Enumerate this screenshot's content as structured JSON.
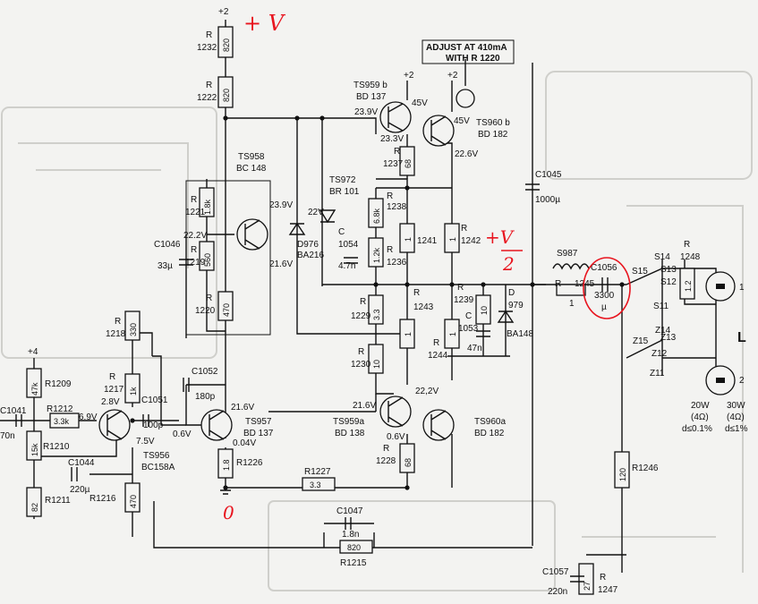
{
  "annotations": {
    "plus_v_top": "+ V",
    "plus_v_mid": "+V",
    "half": "2",
    "zero": "0"
  },
  "supply": {
    "top_rail": "+2",
    "rail_ts959": "+2",
    "rail_ts960": "+2",
    "left_supply": "+4"
  },
  "adjust_note": {
    "line1": "ADJUST AT 410mA",
    "line2": "WITH R 1220"
  },
  "transistors": {
    "ts958": {
      "name": "TS958",
      "type": "BC 148"
    },
    "ts959b": {
      "name": "TS959 b",
      "type": "BD 137"
    },
    "ts960b": {
      "name": "TS960 b",
      "type": "BD 182"
    },
    "ts972": {
      "name": "TS972",
      "type": "BR 101"
    },
    "ts957": {
      "name": "TS957",
      "type": "BD 137"
    },
    "ts959a": {
      "name": "TS959a",
      "type": "BD 138"
    },
    "ts960a": {
      "name": "TS960a",
      "type": "BD 182"
    },
    "ts956": {
      "name": "TS956",
      "type": "BC158A"
    }
  },
  "resistors": {
    "r1232": {
      "ref": "R",
      "num": "1232",
      "value": "820"
    },
    "r1222": {
      "ref": "R",
      "num": "1222",
      "value": "820"
    },
    "r1221": {
      "ref": "R",
      "num": "1221",
      "value": "1.8k"
    },
    "r1219": {
      "ref": "R",
      "num": "1219",
      "value": "560"
    },
    "r1220": {
      "ref": "R",
      "num": "1220",
      "value": "470"
    },
    "r1237": {
      "ref": "R",
      "num": "1237",
      "value": "68"
    },
    "r1238": {
      "ref": "R",
      "num": "1238",
      "value": "6.8k"
    },
    "r1236": {
      "ref": "R",
      "num": "1236",
      "value": "1.2k"
    },
    "r1241": {
      "ref": "R",
      "num": "1241",
      "value": "1"
    },
    "r1242": {
      "ref": "R",
      "num": "1242",
      "value": "1"
    },
    "r1245": {
      "ref": "R",
      "num": "1245",
      "value": "1"
    },
    "r1229": {
      "ref": "R",
      "num": "1229",
      "value": "3.3"
    },
    "r1243": {
      "ref": "R",
      "num": "1243",
      "value": "1"
    },
    "r1239": {
      "ref": "R",
      "num": "1239",
      "value": "10"
    },
    "r1230": {
      "ref": "R",
      "num": "1230",
      "value": "10"
    },
    "r1244": {
      "ref": "R",
      "num": "1244",
      "value": "1"
    },
    "r1218": {
      "ref": "R",
      "num": "1218",
      "value": "330"
    },
    "r1209": {
      "ref": "R1209",
      "value": "47k"
    },
    "r1217": {
      "ref": "R",
      "num": "1217",
      "value": "1k"
    },
    "r1212": {
      "ref": "R1212",
      "value": "3.3k"
    },
    "r1210": {
      "ref": "R1210",
      "value": "15k"
    },
    "r1211": {
      "ref": "R1211",
      "value": "82"
    },
    "r1216": {
      "ref": "R1216",
      "value": "470"
    },
    "r1226": {
      "ref": "R1226",
      "value": "1.8"
    },
    "r1228": {
      "ref": "R",
      "num": "1228",
      "value": "68"
    },
    "r1227": {
      "ref": "R1227",
      "value": "3.3"
    },
    "r1215": {
      "ref": "R1215",
      "value": "820"
    },
    "r1246": {
      "ref": "R1246",
      "value": "120"
    },
    "r1247": {
      "ref": "R",
      "num": "1247",
      "value": "27"
    },
    "r1248": {
      "ref": "R",
      "num": "1248",
      "value": "1.2"
    }
  },
  "capacitors": {
    "c1046": {
      "ref": "C1046",
      "value": "33µ"
    },
    "c1054": {
      "ref": "C",
      "num": "1054",
      "value": "4.7n"
    },
    "c1045": {
      "ref": "C1045",
      "value": "1000µ"
    },
    "c1056": {
      "ref": "C1056",
      "value": "3300",
      "unit": "µ"
    },
    "c1053": {
      "ref": "C",
      "num": "1053",
      "value": "47n"
    },
    "c1052": {
      "ref": "C1052",
      "value": "180p"
    },
    "c1051": {
      "ref": "C1051",
      "value": "100p"
    },
    "c1041": {
      "ref": "C1041",
      "value": "70n"
    },
    "c1044": {
      "ref": "C1044",
      "value": "220µ"
    },
    "c1047": {
      "ref": "C1047",
      "value": "1.8n"
    },
    "c1057": {
      "ref": "C1057",
      "value": "220n"
    }
  },
  "diodes": {
    "d976": {
      "ref": "D976",
      "type": "BA216"
    },
    "d979": {
      "ref": "D",
      "num": "979",
      "type": "BA148"
    },
    "zener": "22V"
  },
  "inductor": {
    "ref": "S987"
  },
  "voltages": {
    "v45_a": "45V",
    "v45_b": "45V",
    "v239": "23.9V",
    "v233": "23.3V",
    "v226": "22.6V",
    "v239b": "23.9V",
    "v222": "22.2V",
    "v216": "21.6V",
    "v28": "2.8V",
    "v69": "6.9V",
    "v75": "7.5V",
    "v06a": "0.6V",
    "v216b": "21.6V",
    "v004": "0.04V",
    "v216c": "21.6V",
    "v222b": "22,2V",
    "v06b": "0.6V"
  },
  "switches": {
    "s14": "S14",
    "s15": "S15",
    "s13": "S13",
    "s12": "S12",
    "s11": "S11",
    "z14": "Z14",
    "z15": "Z15",
    "z13": "Z13",
    "z12": "Z12",
    "z11": "Z11"
  },
  "speakers": {
    "channel": "L",
    "sp1": "1",
    "sp2": "2",
    "p20": "20W",
    "p30": "30W",
    "i4a": "(4Ω)",
    "i4b": "(4Ω)",
    "d1": "d≤0.1%",
    "d2": "d≤1%"
  }
}
